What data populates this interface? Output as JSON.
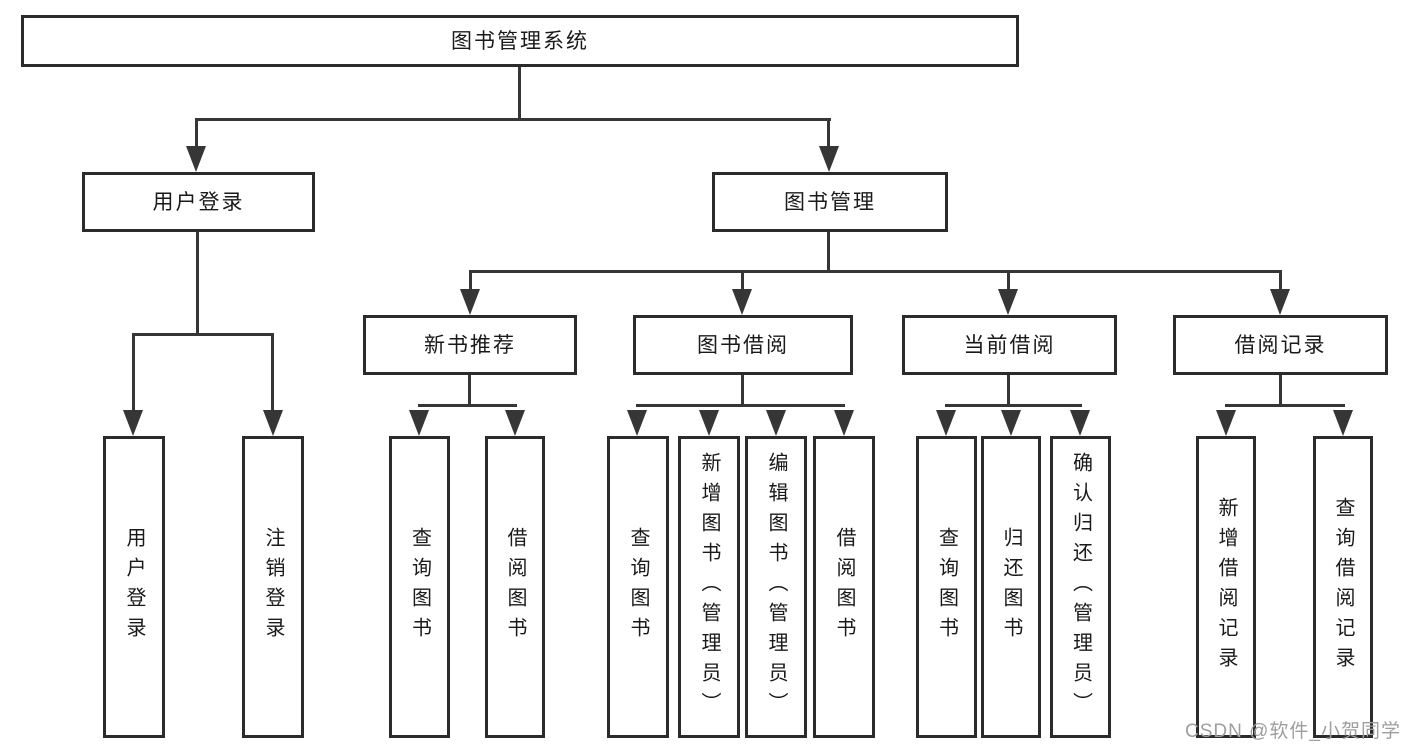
{
  "diagram_title": "图书管理系统",
  "tree": {
    "root": "图书管理系统",
    "children": [
      {
        "label": "用户登录",
        "children": [
          "用户登录",
          "注销登录"
        ]
      },
      {
        "label": "图书管理",
        "children": [
          {
            "label": "新书推荐",
            "children": [
              "查询图书",
              "借阅图书"
            ]
          },
          {
            "label": "图书借阅",
            "children": [
              "查询图书",
              "新增图书（管理员）",
              "编辑图书（管理员）",
              "借阅图书"
            ]
          },
          {
            "label": "当前借阅",
            "children": [
              "查询图书",
              "归还图书",
              "确认归还（管理员）"
            ]
          },
          {
            "label": "借阅记录",
            "children": [
              "新增借阅记录",
              "查询借阅记录"
            ]
          }
        ]
      }
    ]
  },
  "watermark": "CSDN @软件_小贺同学",
  "colors": {
    "background": "#ffffff",
    "box_border": "#2b2b2b",
    "connector_line": "#363636",
    "text": "#1a1a1a",
    "watermark_text": "#9e9e9e"
  }
}
